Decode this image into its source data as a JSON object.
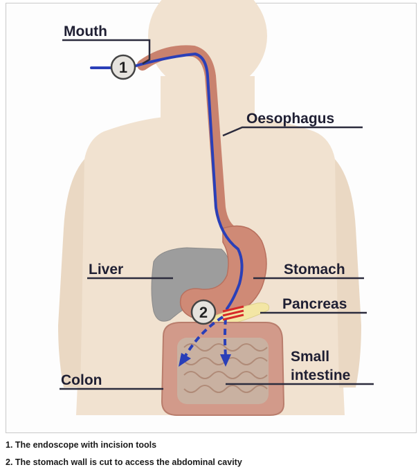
{
  "labels": {
    "mouth": "Mouth",
    "oesophagus": "Oesophagus",
    "liver": "Liver",
    "stomach": "Stomach",
    "pancreas": "Pancreas",
    "small_intestine_line1": "Small",
    "small_intestine_line2": "intestine",
    "colon": "Colon"
  },
  "markers": {
    "step1": "1",
    "step2": "2"
  },
  "captions": [
    "1. The endoscope with incision tools",
    "2. The stomach wall is cut to access the abdominal cavity"
  ],
  "colors": {
    "body": "#f1e2d0",
    "body_shadow": "#e6d2bd",
    "oesophagus": "#c9826e",
    "stomach": "#cf8a76",
    "liver": "#9d9d9d",
    "pancreas": "#f3e6a4",
    "intestine": "#d29a8a",
    "endoscope": "#2a3fb8",
    "incision": "#d62a2a",
    "leader": "#2b2b3d"
  }
}
